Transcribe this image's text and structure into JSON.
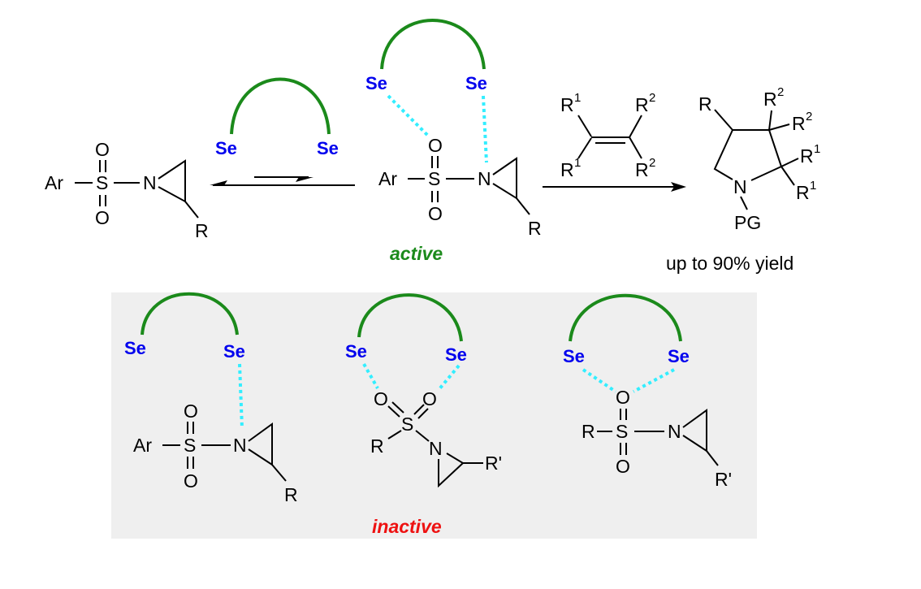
{
  "atoms": {
    "Ar": "Ar",
    "S": "S",
    "O": "O",
    "N": "N",
    "R": "R",
    "Rp": "R'",
    "Se": "Se",
    "R1": "R",
    "R2": "R",
    "sup1": "1",
    "sup2": "2",
    "PG": "PG"
  },
  "labels": {
    "active": "active",
    "inactive": "inactive",
    "yield": "up to 90% yield"
  },
  "colors": {
    "catalyst_arc": "#1b8a1b",
    "selenium": "#0000ee",
    "interaction": "#33eeff",
    "active": "#1b8a1b",
    "inactive": "#ee1111",
    "panel": "#efefef"
  }
}
